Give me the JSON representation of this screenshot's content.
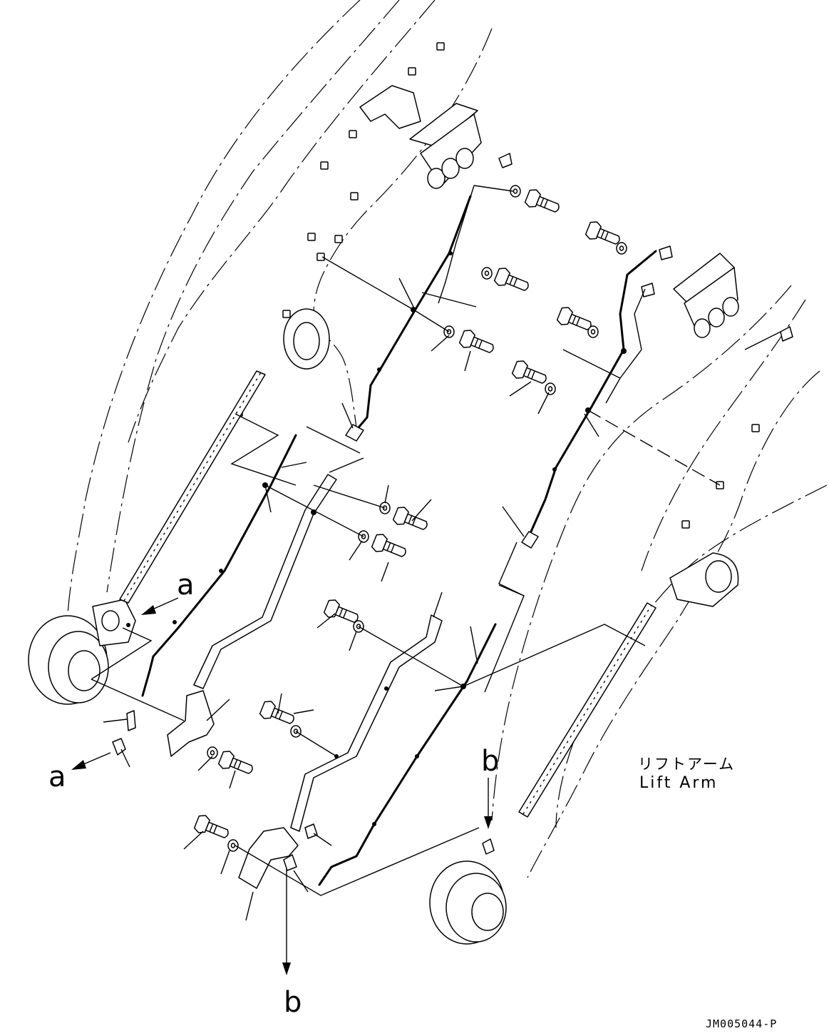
{
  "drawing": {
    "label_a_top": "a",
    "label_a_bottom": "a",
    "label_b_top": "b",
    "label_b_bottom": "b",
    "part_name_jp": "リフトアーム",
    "part_name_en": "Lift Arm",
    "drawing_code": "JM005044-P"
  },
  "colors": {
    "line": "#000000",
    "background": "#ffffff"
  }
}
